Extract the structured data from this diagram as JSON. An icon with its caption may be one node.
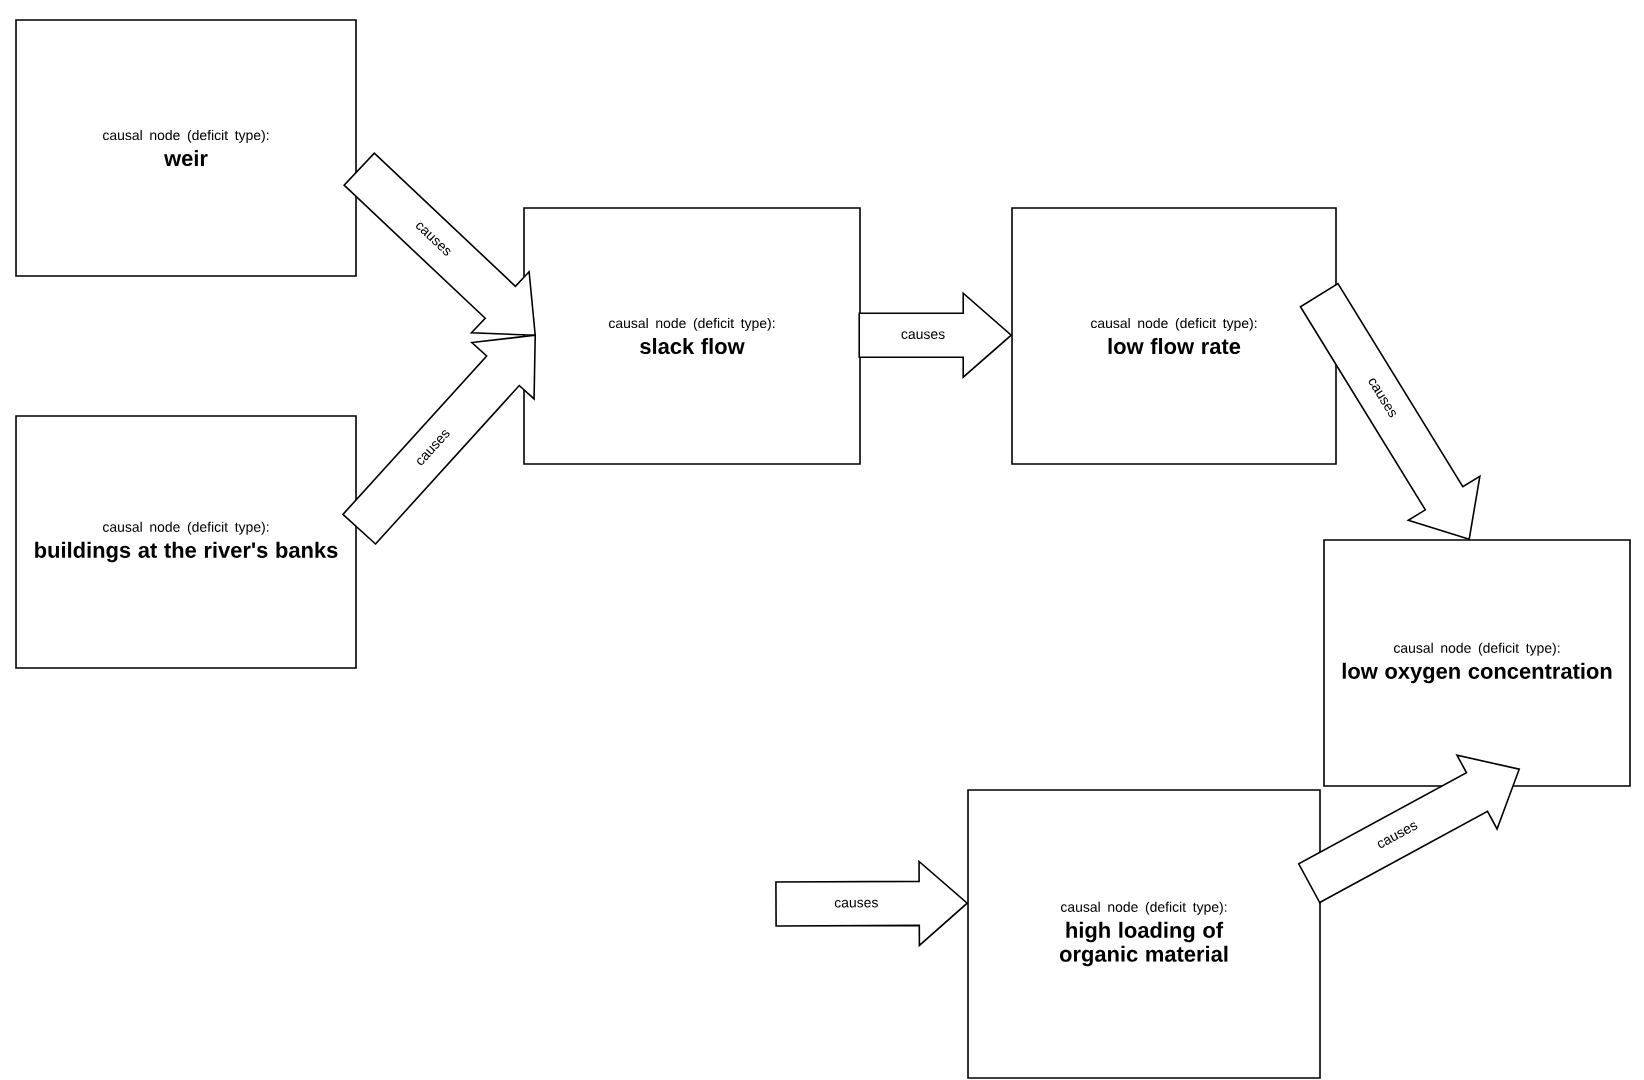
{
  "diagram": {
    "nodes": [
      {
        "text": [
          "causal node (deficit type):",
          "weir"
        ]
      },
      {
        "text": [
          "causal node (deficit type):",
          "buildings at the river's banks"
        ]
      },
      {
        "text": [
          "causal node (deficit type):",
          "slack flow"
        ]
      },
      {
        "text": [
          "causal node (deficit type):",
          "low flow rate"
        ]
      },
      {
        "text": [
          "causal node (deficit type):",
          "low oxygen concentration"
        ]
      },
      {
        "text": [
          "causal node (deficit type):",
          "high loading of organic material"
        ]
      }
    ],
    "edges": [
      {
        "from": 0,
        "to": 2,
        "arrow": "to",
        "label": "causes"
      },
      {
        "from": 1,
        "to": 2,
        "arrow": "to",
        "label": "causes"
      },
      {
        "from": 2,
        "to": 3,
        "arrow": "to",
        "label": "causes"
      },
      {
        "from": 3,
        "to": 4,
        "arrow": "to",
        "label": "causes"
      },
      {
        "from": 5,
        "to": 4,
        "arrow": "to",
        "label": "causes"
      },
      {
        "from": null,
        "to": 5,
        "arrow": "to",
        "label": "causes"
      }
    ]
  }
}
